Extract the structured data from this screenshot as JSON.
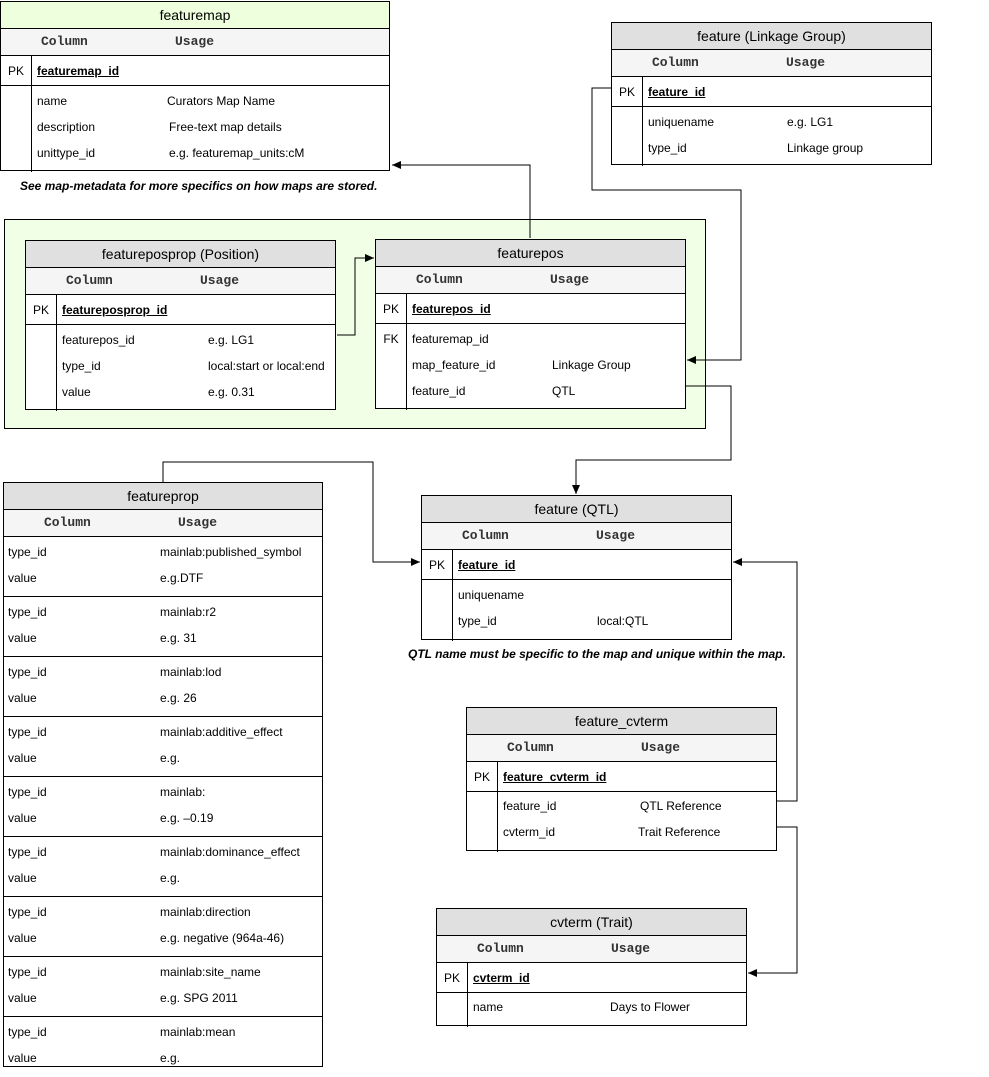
{
  "featuremap": {
    "title": "featuremap",
    "col_header": "Column",
    "usage_header": "Usage",
    "pk_label": "PK",
    "pk": "featuremap_id",
    "rows": [
      {
        "column": "name",
        "usage": "Curators Map Name"
      },
      {
        "column": "description",
        "usage": "Free-text map details"
      },
      {
        "column": "unittype_id",
        "usage": "e.g. featuremap_units:cM"
      }
    ],
    "note": "See map-metadata for more specifics on how maps are stored."
  },
  "feature_lg": {
    "title": "feature (Linkage Group)",
    "col_header": "Column",
    "usage_header": "Usage",
    "pk_label": "PK",
    "pk": "feature_id",
    "rows": [
      {
        "column": "uniquename",
        "usage": "e.g. LG1"
      },
      {
        "column": "type_id",
        "usage": "Linkage group"
      }
    ]
  },
  "featureposprop": {
    "title": "featureposprop (Position)",
    "col_header": "Column",
    "usage_header": "Usage",
    "pk_label": "PK",
    "pk": "featureposprop_id",
    "rows": [
      {
        "column": "featurepos_id",
        "usage": "e.g. LG1"
      },
      {
        "column": "type_id",
        "usage": "local:start or local:end"
      },
      {
        "column": "value",
        "usage": "e.g. 0.31"
      }
    ]
  },
  "featurepos": {
    "title": "featurepos",
    "col_header": "Column",
    "usage_header": "Usage",
    "pk_label": "PK",
    "fk_label": "FK",
    "pk": "featurepos_id",
    "rows": [
      {
        "column": "featuremap_id",
        "usage": ""
      },
      {
        "column": "map_feature_id",
        "usage": "Linkage Group"
      },
      {
        "column": "feature_id",
        "usage": "QTL"
      }
    ]
  },
  "featureprop": {
    "title": "featureprop",
    "col_header": "Column",
    "usage_header": "Usage",
    "groups": [
      {
        "c1": "type_id",
        "u1": "mainlab:published_symbol",
        "c2": "value",
        "u2": "e.g.DTF"
      },
      {
        "c1": "type_id",
        "u1": "mainlab:r2",
        "c2": "value",
        "u2": "e.g. 31"
      },
      {
        "c1": "type_id",
        "u1": "mainlab:lod",
        "c2": "value",
        "u2": "e.g. 26"
      },
      {
        "c1": "type_id",
        "u1": "mainlab:additive_effect",
        "c2": "value",
        "u2": "e.g."
      },
      {
        "c1": "type_id",
        "u1": "mainlab:",
        "c2": "value",
        "u2": "e.g. –0.19"
      },
      {
        "c1": "type_id",
        "u1": "mainlab:dominance_effect",
        "c2": "value",
        "u2": "e.g."
      },
      {
        "c1": "type_id",
        "u1": "mainlab:direction",
        "c2": "value",
        "u2": "e.g. negative (964a-46)"
      },
      {
        "c1": "type_id",
        "u1": "mainlab:site_name",
        "c2": "value",
        "u2": "e.g. SPG 2011"
      },
      {
        "c1": "type_id",
        "u1": "mainlab:mean",
        "c2": "value",
        "u2": "e.g."
      }
    ]
  },
  "feature_qtl": {
    "title": "feature (QTL)",
    "col_header": "Column",
    "usage_header": "Usage",
    "pk_label": "PK",
    "pk": "feature_id",
    "rows": [
      {
        "column": "uniquename",
        "usage": ""
      },
      {
        "column": "type_id",
        "usage": "local:QTL"
      }
    ],
    "note": "QTL name must be specific to the map and unique within the map."
  },
  "feature_cvterm": {
    "title": "feature_cvterm",
    "col_header": "Column",
    "usage_header": "Usage",
    "pk_label": "PK",
    "pk": "feature_cvterm_id",
    "rows": [
      {
        "column": "feature_id",
        "usage": "QTL Reference"
      },
      {
        "column": "cvterm_id",
        "usage": "Trait Reference"
      }
    ]
  },
  "cvterm": {
    "title": "cvterm (Trait)",
    "col_header": "Column",
    "usage_header": "Usage",
    "pk_label": "PK",
    "pk": "cvterm_id",
    "rows": [
      {
        "column": "name",
        "usage": "Days to Flower"
      }
    ]
  },
  "colors": {
    "featuremap_title_bg": "#eeffdd",
    "group_bg": "#f1ffe6",
    "title_bg": "#e0e0e0",
    "header_bg": "#f5f5f5"
  }
}
